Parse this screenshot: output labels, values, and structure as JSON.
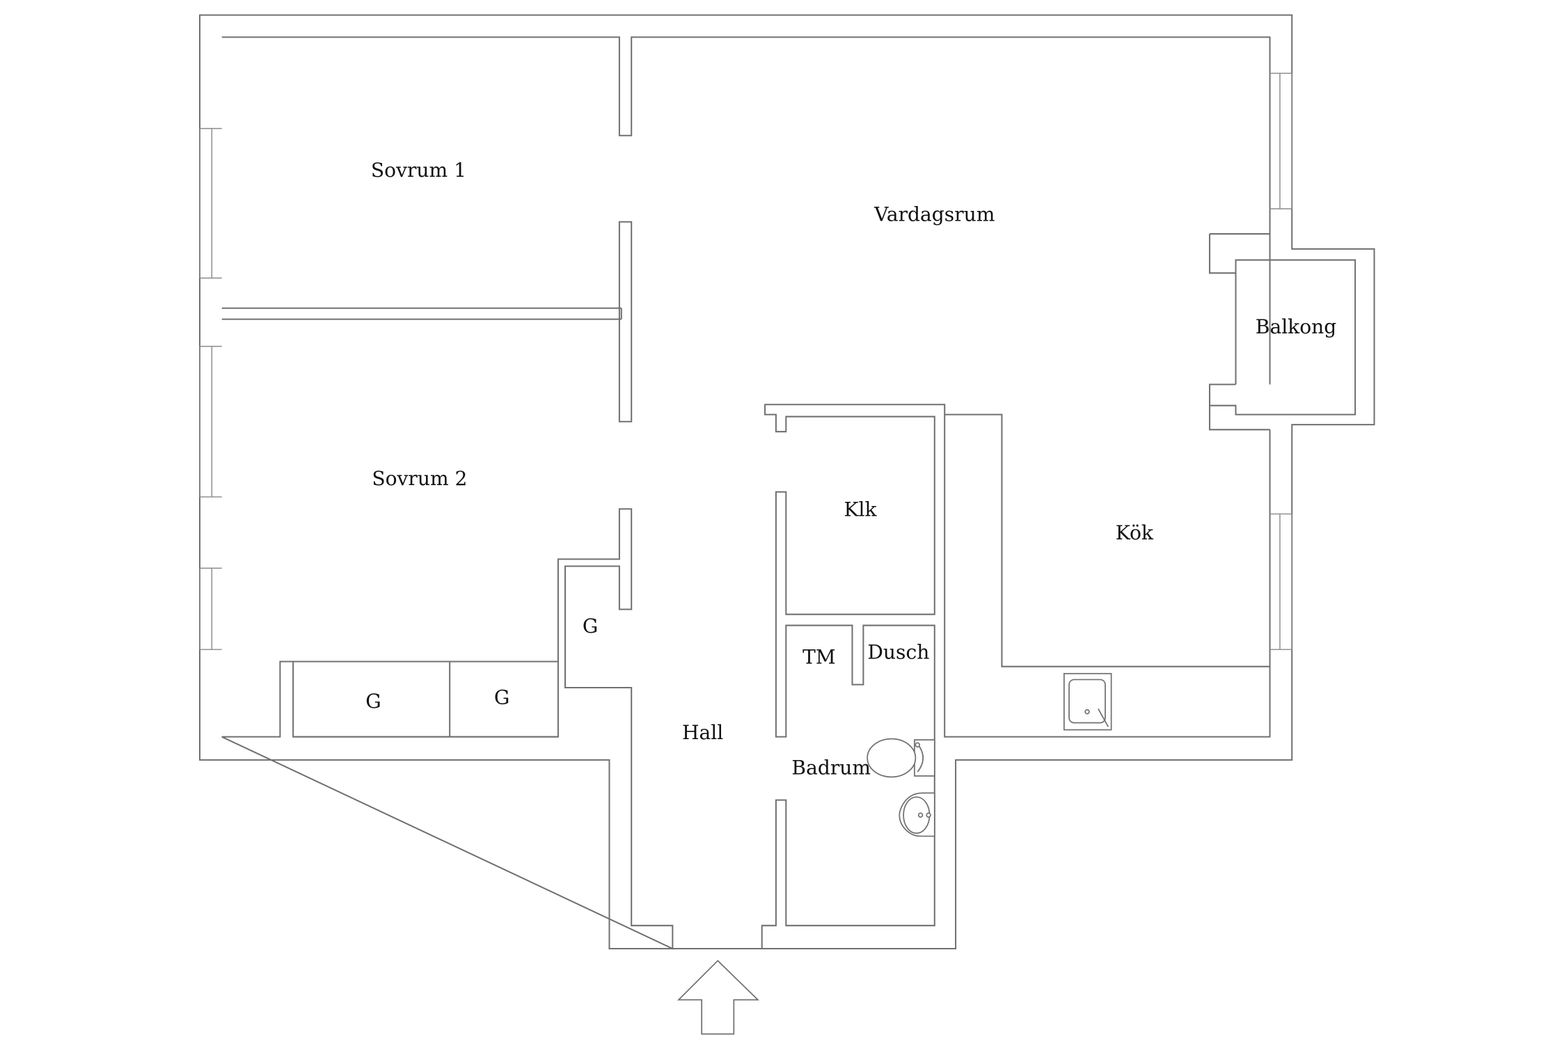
{
  "floor_plan": {
    "rooms": {
      "sovrum_1": "Sovrum 1",
      "sovrum_2": "Sovrum 2",
      "vardagsrum": "Vardagsrum",
      "balkong": "Balkong",
      "klk": "Klk",
      "kok": "Kök",
      "tm": "TM",
      "dusch": "Dusch",
      "badrum": "Badrum",
      "hall": "Hall"
    },
    "storage": {
      "hall_closet": "G",
      "wardrobe_left": "G",
      "wardrobe_right": "G"
    },
    "fixtures": [
      "kitchen-sink",
      "toilet",
      "washbasin"
    ],
    "entrance": "entrance-arrow"
  }
}
